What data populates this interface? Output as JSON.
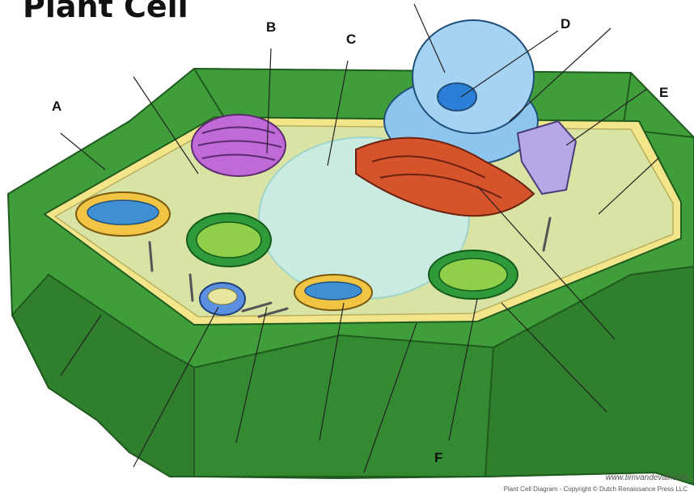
{
  "title": "Plant Cell",
  "labels": {
    "a": "A",
    "b": "B",
    "c": "C",
    "d": "D",
    "e": "E",
    "f": "F"
  },
  "credit": {
    "site": "www.timvandevall.com",
    "copyright": "Plant Cell Diagram - Copyright © Dutch Renaissance Press LLC"
  },
  "colors": {
    "cell_wall": "#3f9e3a",
    "cell_wall_dark": "#2f7f2d",
    "cell_membrane": "#f3e58a",
    "cytoplasm": "#d9e3a4",
    "vacuole": "#c9ece6",
    "chloroplast": "#2e9a3a",
    "mitochondria": "#f2c443",
    "golgi": "#c06ad8",
    "nucleus": "#8ec5ee",
    "nucleolus": "#2b7fd6",
    "er": "#d6542c",
    "vesicle": "#b7a7e6"
  }
}
